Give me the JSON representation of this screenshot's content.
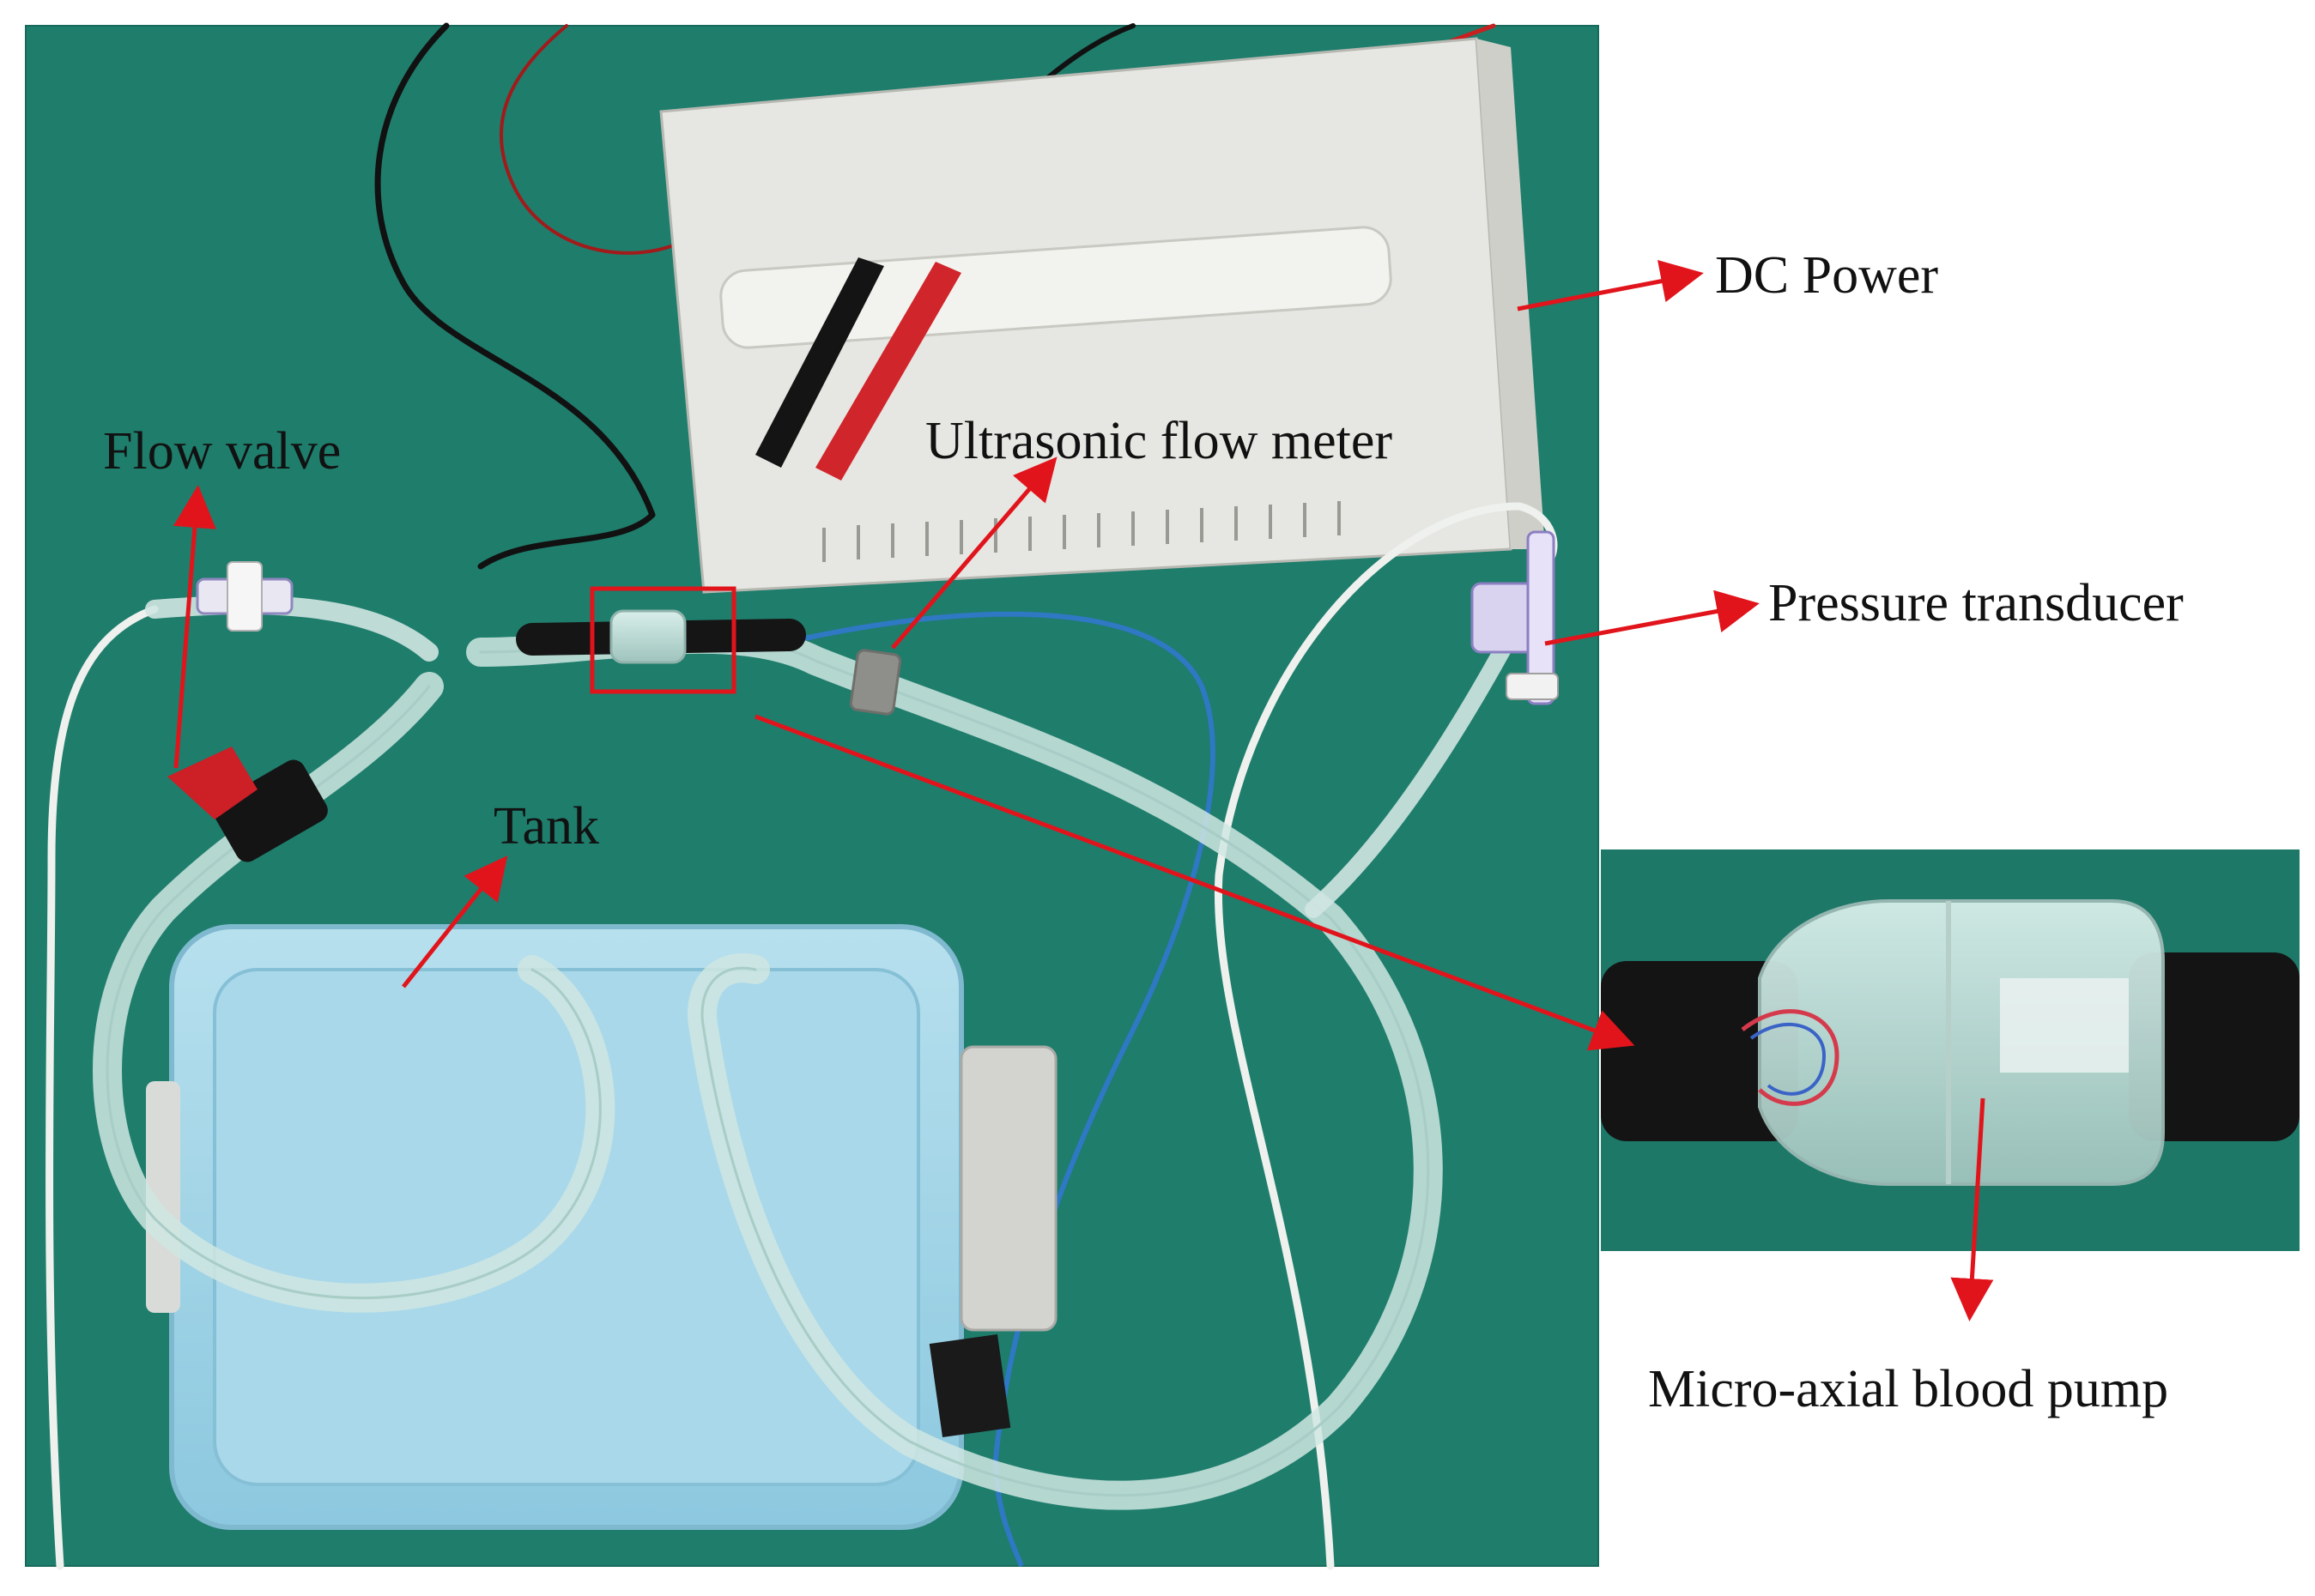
{
  "figure": {
    "labels": {
      "dc_power": "DC Power",
      "ultrasonic_flow_meter": "Ultrasonic flow meter",
      "flow_valve": "Flow valve",
      "pressure_transducer": "Pressure transducer",
      "tank": "Tank",
      "micro_axial_blood_pump": "Micro-axial blood pump"
    },
    "colors": {
      "table_green": "#1f7d6c",
      "arrow_red": "#e1141c",
      "tank_blue": "#9fd3e6",
      "power_supply_white": "#e6e6e2",
      "tube_clear": "#cfe6e2",
      "black_tube": "#151515"
    }
  }
}
